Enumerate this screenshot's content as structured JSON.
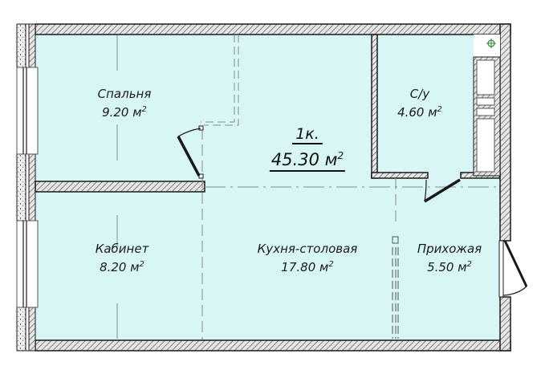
{
  "plan": {
    "apartment_type": "1к.",
    "total_area": "45.30 м",
    "total_area_unit_sup": "2",
    "colors": {
      "room_fill": "#d8f6f6",
      "wall_stroke": "#1a1a1a",
      "hatch": "#777777",
      "marker": "#2e8b3a"
    }
  },
  "rooms": [
    {
      "name": "Спальня",
      "area": "9.20 м",
      "sup": "2"
    },
    {
      "name": "С/у",
      "area": "4.60 м",
      "sup": "2"
    },
    {
      "name": "Кабинет",
      "area": "8.20 м",
      "sup": "2"
    },
    {
      "name": "Кухня-столовая",
      "area": "17.80 м",
      "sup": "2"
    },
    {
      "name": "Прихожая",
      "area": "5.50 м",
      "sup": "2"
    }
  ]
}
